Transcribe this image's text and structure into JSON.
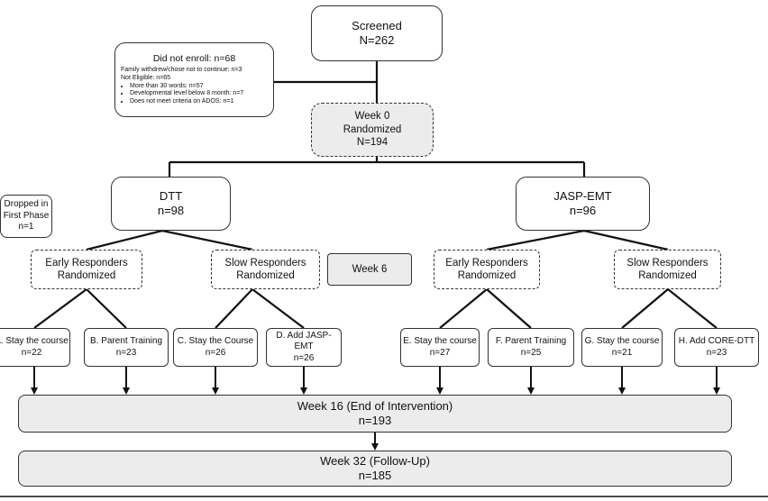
{
  "screened": {
    "title": "Screened",
    "count": "N=262"
  },
  "did_not_enroll": {
    "title": "Did not enroll: n=68",
    "line1": "Family withdrew/chose not to continue: n=3",
    "line2": "Not Eligible: n=65",
    "reasons": [
      "More than 30 words: n=57",
      "Developmental level below 8 month: n=7",
      "Does not meet criteria on ADOS: n=1"
    ]
  },
  "week0": {
    "title": "Week 0",
    "subtitle": "Randomized",
    "count": "N=194"
  },
  "dtt": {
    "title": "DTT",
    "count": "n=98"
  },
  "jasp": {
    "title": "JASP-EMT",
    "count": "n=96"
  },
  "dropped": {
    "line1": "Dropped in",
    "line2": "First Phase",
    "count": "n=1"
  },
  "week6": "Week 6",
  "responders": [
    {
      "line1": "Early Responders",
      "line2": "Randomized"
    },
    {
      "line1": "Slow Responders",
      "line2": "Randomized"
    },
    {
      "line1": "Early Responders",
      "line2": "Randomized"
    },
    {
      "line1": "Slow Responders",
      "line2": "Randomized"
    }
  ],
  "arms": [
    {
      "label": "A. Stay the course",
      "count": "n=22"
    },
    {
      "label": "B. Parent Training",
      "count": "n=23"
    },
    {
      "label": "C. Stay the Course",
      "count": "n=26"
    },
    {
      "label": "D. Add JASP-EMT",
      "count": "n=26"
    },
    {
      "label": "E. Stay the course",
      "count": "n=27"
    },
    {
      "label": "F. Parent Training",
      "count": "n=25"
    },
    {
      "label": "G. Stay the course",
      "count": "n=21"
    },
    {
      "label": "H. Add CORE-DTT",
      "count": "n=23"
    }
  ],
  "week16": {
    "title": "Week 16 (End of Intervention)",
    "count": "n=193"
  },
  "week32": {
    "title": "Week 32 (Follow-Up)",
    "count": "n=185"
  }
}
